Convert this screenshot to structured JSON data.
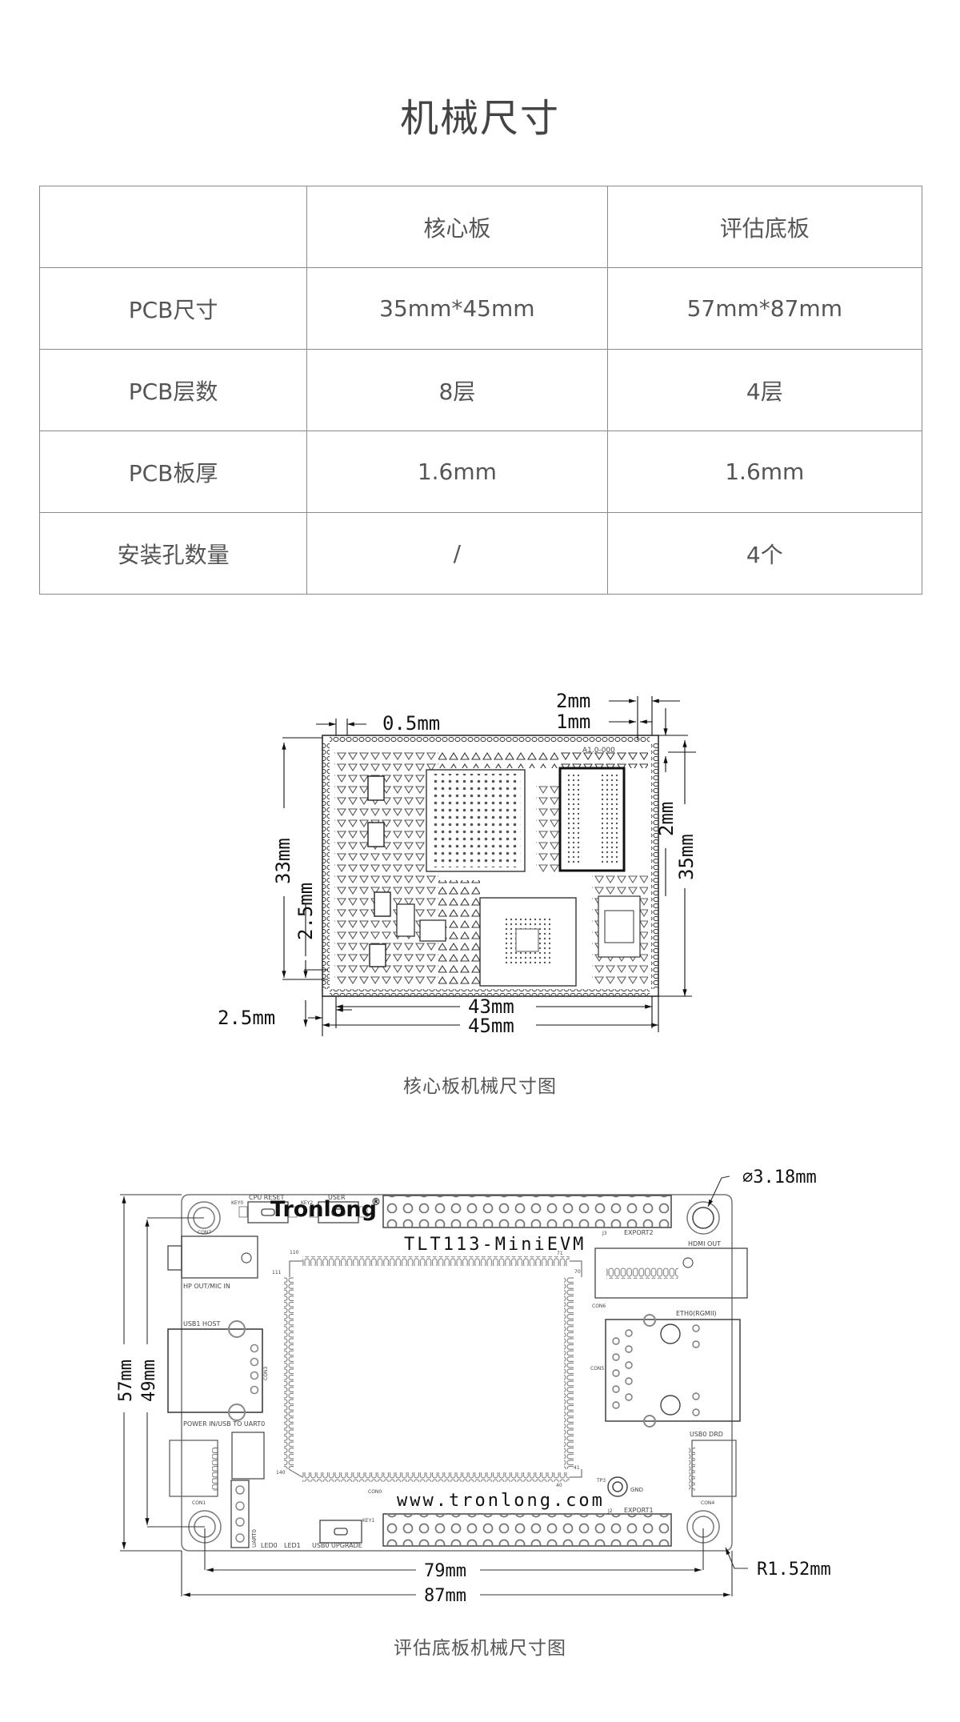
{
  "page": {
    "title": "机械尺寸"
  },
  "spec_table": {
    "header": [
      "",
      "核心板",
      "评估底板"
    ],
    "rows": [
      {
        "label": "PCB尺寸",
        "core": "35mm*45mm",
        "evm": "57mm*87mm"
      },
      {
        "label": "PCB层数",
        "core": "8层",
        "evm": "4层"
      },
      {
        "label": "PCB板厚",
        "core": "1.6mm",
        "evm": "1.6mm"
      },
      {
        "label": "安装孔数量",
        "core": "/",
        "evm": "4个"
      }
    ]
  },
  "core_board_figure": {
    "caption": "核心板机械尺寸图",
    "dimensions": {
      "pad_pitch": "0.5mm",
      "top_right_outer": "2mm",
      "top_right_inner": "1mm",
      "height_inner": "33mm",
      "height_offset": "2.5mm",
      "right_offset": "2mm",
      "height_outer": "35mm",
      "bottom_left_offset": "2.5mm",
      "width_inner": "43mm",
      "width_outer": "45mm"
    },
    "silkscreen": {
      "revision": "A1.0-000"
    }
  },
  "evm_board_figure": {
    "caption": "评估底板机械尺寸图",
    "dimensions": {
      "hole_diameter": "∅3.18mm",
      "corner_radius": "R1.52mm",
      "height_outer": "57mm",
      "height_holes": "49mm",
      "width_holes": "79mm",
      "width_outer": "87mm"
    },
    "silkscreen": {
      "brand": "Tronlong",
      "brand_mark": "®",
      "model": "TLT113-MiniEVM",
      "website": "www.tronlong.com",
      "cpu_reset": "CPU RESET",
      "key0": "KEY0",
      "key2": "KEY2",
      "user": "USER",
      "hp_out": "HP OUT/MIC IN",
      "con7": "CON7",
      "usb1_host": "USB1 HOST",
      "con3": "CON3",
      "power_in": "POWER IN/USB TO UART0",
      "con1": "CON1",
      "uart0": "UART0",
      "led0": "LED0",
      "led1": "LED1",
      "usb0_upgrade": "USB0 UPGRADE",
      "key1": "KEY1",
      "con0": "CON0",
      "export1": "EXPORT1",
      "export2": "EXPORT2",
      "j2": "J2",
      "j3": "J3",
      "hdmi_out": "HDMI OUT",
      "con6": "CON6",
      "eth0": "ETH0(RGMII)",
      "con5": "CON5",
      "usb0_drd": "USB0 DRD",
      "con4": "CON4",
      "tp3": "TP3",
      "gnd": "GND",
      "pin_110": "110",
      "pin_111": "111",
      "pin_71": "71",
      "pin_70": "70",
      "pin_140": "140",
      "pin_41": "41",
      "pin_40": "40"
    }
  }
}
